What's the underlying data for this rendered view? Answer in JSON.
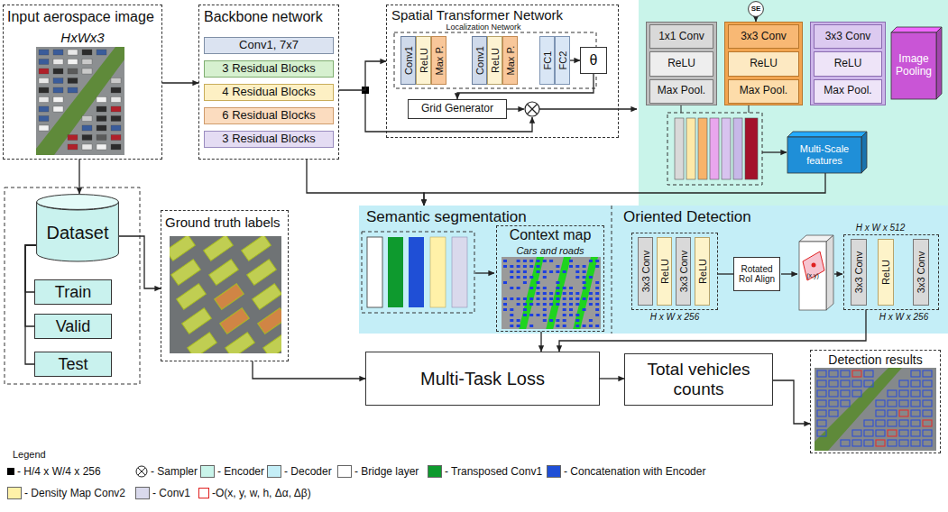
{
  "diagram": {
    "nodes": [
      {
        "text": [
          "Input aerospace image",
          "HxWx3"
        ]
      },
      {
        "text": [
          "Backbone network"
        ]
      },
      {
        "text": [
          "Conv1, 7x7"
        ],
        "in": 1
      },
      {
        "text": [
          "3 Residual Blocks"
        ],
        "in": 1
      },
      {
        "text": [
          "4 Residual Blocks"
        ],
        "in": 1
      },
      {
        "text": [
          "6 Residual Blocks"
        ],
        "in": 1
      },
      {
        "text": [
          "3 Residual Blocks"
        ],
        "in": 1
      },
      {
        "text": [
          "Spatial Transformer Network",
          "Localization Network"
        ]
      },
      {
        "text": [
          "Conv1"
        ],
        "in": 7
      },
      {
        "text": [
          "ReLU"
        ],
        "in": 7
      },
      {
        "text": [
          "Max P."
        ],
        "in": 7
      },
      {
        "text": [
          "Conv1"
        ],
        "in": 7
      },
      {
        "text": [
          "ReLU"
        ],
        "in": 7
      },
      {
        "text": [
          "Max P."
        ],
        "in": 7
      },
      {
        "text": [
          "FC1"
        ],
        "in": 7
      },
      {
        "text": [
          "FC2"
        ],
        "in": 7
      },
      {
        "text": [
          "θ"
        ],
        "in": 7
      },
      {
        "text": [
          "Grid Generator"
        ],
        "in": 7
      },
      {
        "text": [
          "SE"
        ]
      },
      {
        "text": [
          "1x1 Conv",
          "ReLU",
          "Max Pool."
        ]
      },
      {
        "text": [
          "3x3 Conv",
          "ReLU",
          "Max Pool."
        ]
      },
      {
        "text": [
          "3x3 Conv",
          "ReLU",
          "Max Pool."
        ]
      },
      {
        "text": [
          "Image Pooling"
        ]
      },
      {
        "text": [
          "Multi-Scale features"
        ]
      },
      {
        "text": [
          "Dataset"
        ]
      },
      {
        "text": [
          "Train"
        ]
      },
      {
        "text": [
          "Valid"
        ]
      },
      {
        "text": [
          "Test"
        ]
      },
      {
        "text": [
          "Ground truth labels"
        ]
      },
      {
        "text": [
          "Semantic segmentation"
        ]
      },
      {
        "text": [
          "Context map",
          "Cars and roads"
        ],
        "in": 29
      },
      {
        "text": [
          "Oriented Detection"
        ]
      },
      {
        "text": [
          "H x W x 256"
        ],
        "in": 31
      },
      {
        "text": [
          "3x3 Conv"
        ],
        "in": 32
      },
      {
        "text": [
          "ReLU"
        ],
        "in": 32
      },
      {
        "text": [
          "3x3 Conv"
        ],
        "in": 32
      },
      {
        "text": [
          "ReLU"
        ],
        "in": 32
      },
      {
        "text": [
          "Rotated RoI Align"
        ],
        "in": 31
      },
      {
        "text": [
          "H x W x 512",
          "H x W x 256"
        ],
        "in": 31
      },
      {
        "text": [
          "3x3 Conv"
        ],
        "in": 38
      },
      {
        "text": [
          "ReLU"
        ],
        "in": 38
      },
      {
        "text": [
          "3x3 Conv"
        ],
        "in": 38
      },
      {
        "text": [
          "Multi-Task Loss"
        ]
      },
      {
        "text": [
          "Total vehicles counts"
        ]
      },
      {
        "text": [
          "Detection results"
        ]
      }
    ],
    "edges": [
      {
        "from": 0,
        "to": 1,
        "arrow": "to"
      },
      {
        "from": 0,
        "to": 24,
        "arrow": "to"
      },
      {
        "from": 24,
        "to": 25,
        "arrow": "none"
      },
      {
        "from": 24,
        "to": 26,
        "arrow": "none"
      },
      {
        "from": 24,
        "to": 27,
        "arrow": "none"
      },
      {
        "from": 24,
        "to": 28,
        "arrow": "to"
      },
      {
        "from": 1,
        "to": 7,
        "arrow": "to"
      },
      {
        "from": 15,
        "to": 16,
        "arrow": "to"
      },
      {
        "from": 16,
        "to": 17,
        "arrow": "to"
      },
      {
        "from": 18,
        "to": 20,
        "arrow": "to"
      },
      {
        "from": 1,
        "to": 29,
        "arrow": "to"
      },
      {
        "from": 23,
        "to": 29,
        "arrow": "to"
      },
      {
        "from": 28,
        "to": 42,
        "arrow": "to"
      },
      {
        "from": 30,
        "to": 42,
        "arrow": "to"
      },
      {
        "from": 38,
        "to": 42,
        "arrow": "to"
      },
      {
        "from": 42,
        "to": 43,
        "arrow": "to"
      },
      {
        "from": 43,
        "to": 44,
        "arrow": "to"
      },
      {
        "from": 32,
        "to": 37,
        "arrow": "none"
      }
    ],
    "labels": [
      "Legend",
      "(x,y)"
    ],
    "legend": [
      {
        "text": "- H/4 x W/4 x 256",
        "color": "#000000"
      },
      {
        "text": "- Sampler"
      },
      {
        "text": "- Encoder",
        "color": "#c9f4ea"
      },
      {
        "text": "- Decoder",
        "color": "#c4eef7"
      },
      {
        "text": "- Bridge layer",
        "color": "#ffffff"
      },
      {
        "text": "- Transposed Conv1",
        "color": "#0e9a2e"
      },
      {
        "text": "- Concatenation with Encoder",
        "color": "#1f4fd6"
      },
      {
        "text": "- Density Map Conv2",
        "color": "#fff1a8"
      },
      {
        "text": "- Conv1",
        "color": "#d9d9ec"
      },
      {
        "text": "-O(x, y, w, h, Δα, Δβ)"
      }
    ]
  }
}
